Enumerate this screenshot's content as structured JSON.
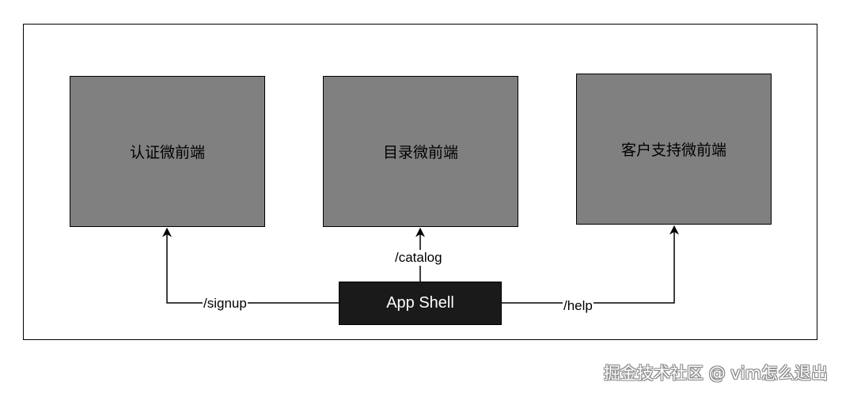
{
  "diagram": {
    "microfrontends": [
      {
        "label": "认证微前端"
      },
      {
        "label": "目录微前端"
      },
      {
        "label": "客户支持微前端"
      }
    ],
    "shell": {
      "label": "App Shell"
    },
    "routes": [
      {
        "label": "/signup"
      },
      {
        "label": "/catalog"
      },
      {
        "label": "/help"
      }
    ]
  },
  "watermark": {
    "text": "掘金技术社区 @ vim怎么退出"
  },
  "colors": {
    "box_fill": "#808080",
    "shell_fill": "#1a1a1a",
    "line": "#000000"
  }
}
